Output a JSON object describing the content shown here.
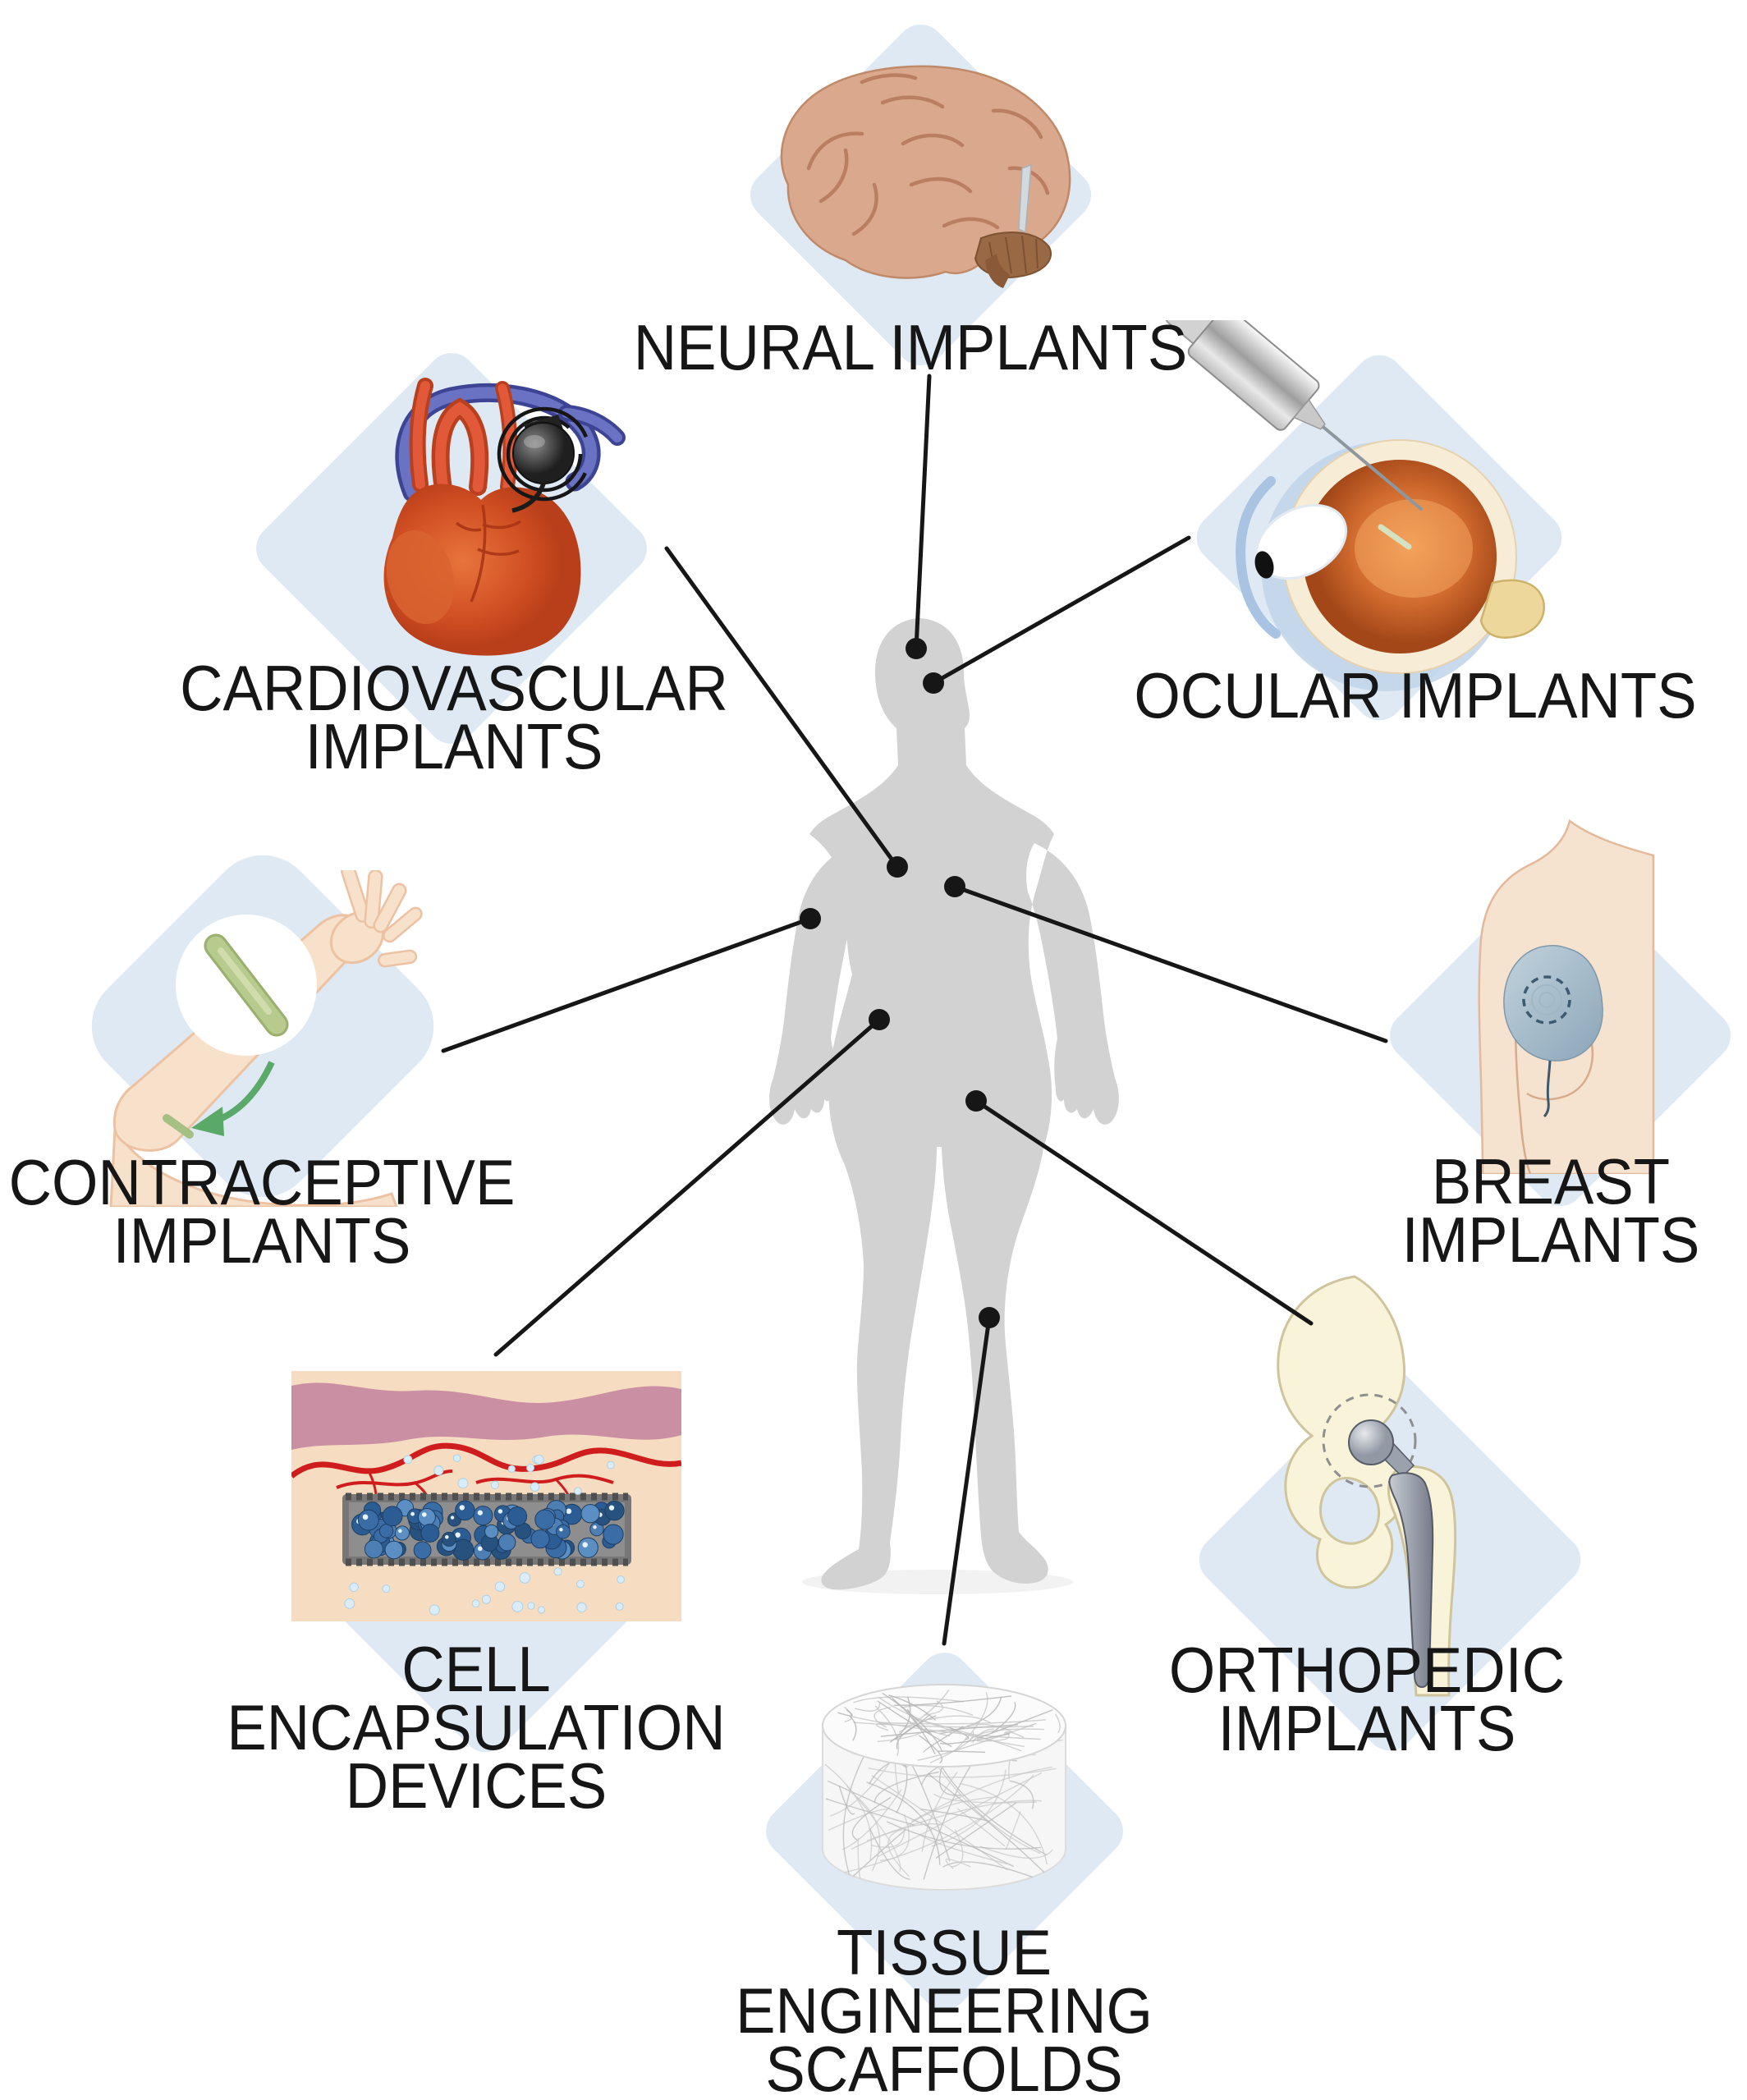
{
  "figure": {
    "description": "Types of implantable biomedical devices mapped onto a human body",
    "colors": {
      "background": "#ffffff",
      "diamond_tile": "#dfe9f3",
      "body_silhouette": "#d2d2d2",
      "connector_line": "#161616",
      "label_text": "#161616",
      "skin": "#f6e3cf",
      "brain_tan": "#d9a88d",
      "heart_red": "#cf4d22",
      "eye_orange": "#c05a28",
      "implant_rod_green": "#b7cb8f",
      "breast_implant_blue": "#9fb5c3",
      "cell_blue": "#3a6ca6",
      "vessel_red": "#cf1d1d",
      "metal_gray": "#9aa0ac",
      "bone_cream": "#f9f3da"
    }
  },
  "center": {
    "name": "human-body-silhouette"
  },
  "nodes": [
    {
      "id": "neural",
      "icon": "brain-icon",
      "label_lines": [
        "NEURAL IMPLANTS"
      ]
    },
    {
      "id": "cardiovascular",
      "icon": "heart-pacemaker-icon",
      "label_lines": [
        "CARDIOVASCULAR",
        "IMPLANTS"
      ]
    },
    {
      "id": "ocular",
      "icon": "eye-injector-icon",
      "label_lines": [
        "OCULAR IMPLANTS"
      ]
    },
    {
      "id": "contraceptive",
      "icon": "arm-contraceptive-rod-icon",
      "label_lines": [
        "CONTRACEPTIVE",
        "IMPLANTS"
      ]
    },
    {
      "id": "breast",
      "icon": "breast-implant-icon",
      "label_lines": [
        "BREAST",
        "IMPLANTS"
      ]
    },
    {
      "id": "cell-encapsulation",
      "icon": "skin-cell-capsule-icon",
      "label_lines": [
        "CELL",
        "ENCAPSULATION",
        "DEVICES"
      ]
    },
    {
      "id": "orthopedic",
      "icon": "hip-implant-icon",
      "label_lines": [
        "ORTHOPEDIC",
        "IMPLANTS"
      ]
    },
    {
      "id": "tissue-engineering",
      "icon": "scaffold-cylinder-icon",
      "label_lines": [
        "TISSUE",
        "ENGINEERING",
        "SCAFFOLDS"
      ]
    }
  ]
}
